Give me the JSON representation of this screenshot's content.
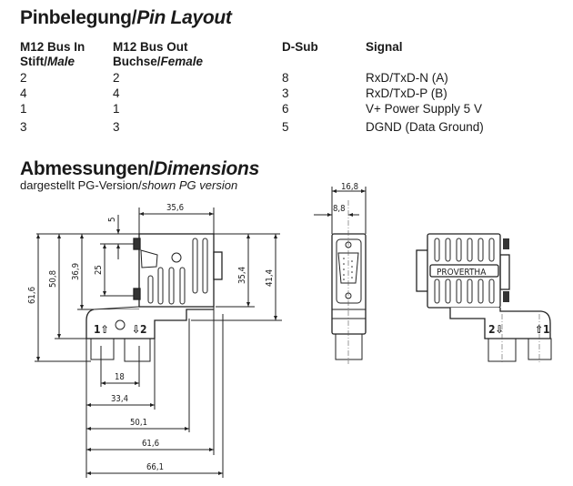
{
  "pin_layout": {
    "title_de": "Pinbelegung/",
    "title_en": "Pin Layout",
    "headers": [
      {
        "line1": "M12 Bus In",
        "line2_de": "Stift/",
        "line2_en": "Male"
      },
      {
        "line1": "M12 Bus Out",
        "line2_de": "Buchse/",
        "line2_en": "Female"
      },
      {
        "line1": "D-Sub",
        "line2_de": "",
        "line2_en": ""
      },
      {
        "line1": "Signal",
        "line2_de": "",
        "line2_en": ""
      }
    ],
    "rows": [
      [
        "2",
        "2",
        "8",
        "RxD/TxD-N (A)"
      ],
      [
        "4",
        "4",
        "3",
        "RxD/TxD-P (B)"
      ],
      [
        "1",
        "1",
        "6",
        "V+ Power Supply 5 V"
      ],
      [
        "3",
        "3",
        "5",
        "DGND (Data Ground)"
      ]
    ]
  },
  "dimensions": {
    "title_de": "Abmessungen/",
    "title_en": "Dimensions",
    "subtitle_de": "dargestellt PG-Version/",
    "subtitle_en": "shown PG version",
    "labels": {
      "width_top": "35,6",
      "d5": "5",
      "d25": "25",
      "d36_9": "36,9",
      "d50_8": "50,8",
      "d61_6_v": "61,6",
      "d35_4": "35,4",
      "d41_4": "41,4",
      "d18": "18",
      "d33_4": "33,4",
      "d50_1": "50,1",
      "d61_6_h": "61,6",
      "d66_1": "66,1",
      "side_16_8": "16,8",
      "side_8_8": "8,8"
    },
    "port_in": "1⇧",
    "port_out": "⇩2",
    "port_out_r": "2⇩",
    "port_in_r": "⇧1",
    "brand": "PROVERTHA"
  }
}
